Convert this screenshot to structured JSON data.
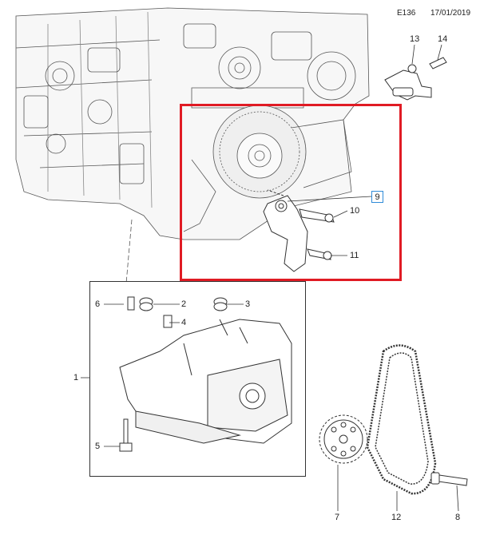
{
  "header": {
    "code": "E136",
    "date": "17/01/2019"
  },
  "highlight_color": "#e01b24",
  "selected_callout_color": "#2f8bd8",
  "callouts": [
    {
      "id": "1",
      "label": "1"
    },
    {
      "id": "2",
      "label": "2"
    },
    {
      "id": "3",
      "label": "3"
    },
    {
      "id": "4",
      "label": "4"
    },
    {
      "id": "5",
      "label": "5"
    },
    {
      "id": "6",
      "label": "6"
    },
    {
      "id": "7",
      "label": "7"
    },
    {
      "id": "8",
      "label": "8"
    },
    {
      "id": "9",
      "label": "9",
      "selected": true
    },
    {
      "id": "10",
      "label": "10"
    },
    {
      "id": "11",
      "label": "11"
    },
    {
      "id": "12",
      "label": "12"
    },
    {
      "id": "13",
      "label": "13"
    },
    {
      "id": "14",
      "label": "14"
    }
  ]
}
